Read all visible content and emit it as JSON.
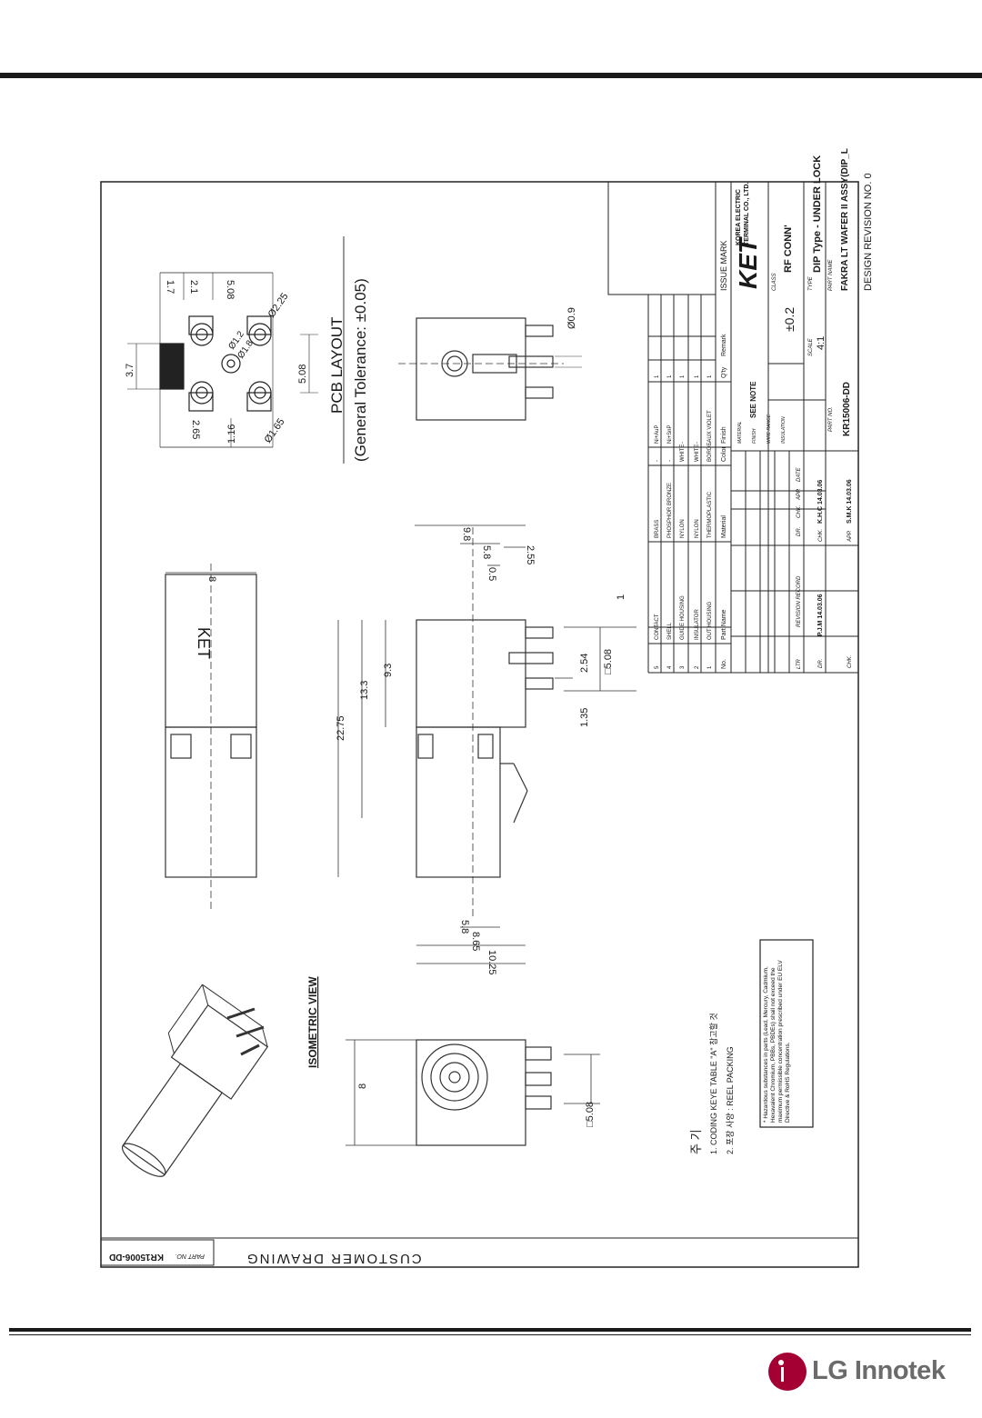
{
  "title_block": {
    "customer_drawing": "CUSTOMER DRAWING",
    "part_no_label": "PART NO.",
    "part_no": "KR15006-DD",
    "company": "KOREA ELECTRIC TERMINAL CO., LTD.",
    "brand": "KET",
    "class_label": "CLASS",
    "class": "RF CONN'",
    "type_label": "TYPE",
    "type": "DIP Type - UNDER LOCK",
    "part_name_label": "PART NAME",
    "part_name": "FAKRA LT WAFER II ASSY(DIP_L",
    "scale_label": "SCALE",
    "scale": "4:1",
    "tolerance": "±0.2",
    "part_no_label2": "PART NO.",
    "part_no2": "KR15006-DD",
    "issue_mark": "ISSUE MARK",
    "design_revision": "DESIGN REVISION NO. 0",
    "material_label": "MATERIAL",
    "finish_label": "FINISH",
    "finish": "SEE NOTE",
    "wire_range_label": "WIRE RANGE",
    "insulation_label": "INSULATION"
  },
  "revision_block": {
    "ltr": "LTR",
    "revision_record": "REVISION RECORD",
    "dr": "DR.",
    "chk": "CHK.",
    "app": "APP.",
    "date": "DATE",
    "dr_value": "P.J.M 14.03.06",
    "chk_value": "K.H.C 14.03.06",
    "app_value": "S.M.K 14.03.06"
  },
  "bom": {
    "headers": [
      "No.",
      "Part Name",
      "Material",
      "Color",
      "Finish",
      "Q'ty",
      "Remark"
    ],
    "rows": [
      [
        "5",
        "CONTACT",
        "BRASS",
        "-",
        "Ni+AuP",
        "1",
        ""
      ],
      [
        "4",
        "SHELL",
        "PHOSPHOR BRONZE",
        "-",
        "Ni+SnP",
        "1",
        ""
      ],
      [
        "3",
        "GUIDE HOUSING",
        "NYLON",
        "WHITE",
        "-",
        "1",
        ""
      ],
      [
        "2",
        "INSULATOR",
        "NYLON",
        "WHITE",
        "-",
        "1",
        ""
      ],
      [
        "1",
        "OUT HOUSING",
        "THERMOPLASTIC",
        "BORDEAUX VIOLET",
        "-",
        "1",
        ""
      ]
    ]
  },
  "views": {
    "isometric": "ISOMETRIC VIEW",
    "pcb_layout": "PCB LAYOUT",
    "tolerance_note": "(General Tolerance: ±0.05)"
  },
  "notes": {
    "header": "주 기",
    "line1": "1. CODING KEYE TABLE \"A\" 참고할 것",
    "line2": "2. 포장 사양 : REEL PACKING",
    "rohs": "* Hazardous substances in parts (Lead, Mercury, Cadmium, Hexavalent Chromium, PBBs, PBDEs) shall not exceed the maximum permissible concentration prescribed under EU ELV Directive & RoHS Regulations."
  },
  "dimensions": {
    "top_8": "8",
    "front_8": "8",
    "d_22_75": "22.75",
    "d_13_3": "13.3",
    "d_9_3": "9.3",
    "d_10_25": "10.25",
    "d_8_65": "8.65",
    "d_5_8a": "5.8",
    "d_9_8": "9.8",
    "d_5_8b": "5.8",
    "d_0_5": "0.5",
    "d_2_55": "2.55",
    "d_2_54": "2.54",
    "d_1_35": "1.35",
    "d_sq508a": "□5.08",
    "d_sq508b": "□5.08",
    "d_1": "1",
    "d_0_9": "Ø0.9",
    "p_3_7": "3.7",
    "p_1_7": "1.7",
    "p_2_1": "2.1",
    "p_5_08a": "5.08",
    "p_2_25": "Ø2.25",
    "p_1_2": "Ø1.2",
    "p_1_8": "Ø1.8",
    "p_5_08b": "5.08",
    "p_2_65": "2.65",
    "p_1_16": "1.16",
    "p_1_65": "Ø1.65"
  },
  "footer": {
    "brand": "LG Innotek"
  }
}
